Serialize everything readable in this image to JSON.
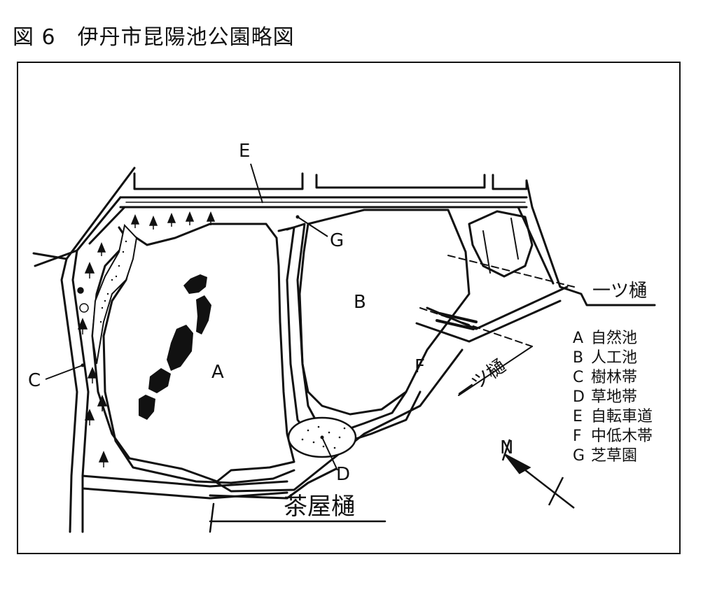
{
  "title": "図 6　伊丹市昆陽池公園略図",
  "labels": {
    "A": "A",
    "B": "B",
    "C": "C",
    "D": "D",
    "E": "E",
    "F": "F",
    "G": "G",
    "hitotsu_hi_1": "一ツ樋",
    "hitotsu_hi_2": "一ツ樋",
    "chaya_hi": "茶屋樋"
  },
  "legend": [
    {
      "key": "A",
      "text": "自然池"
    },
    {
      "key": "B",
      "text": "人工池"
    },
    {
      "key": "C",
      "text": "樹林帯"
    },
    {
      "key": "D",
      "text": "草地帯"
    },
    {
      "key": "E",
      "text": "自転車道"
    },
    {
      "key": "F",
      "text": "中低木帯"
    },
    {
      "key": "G",
      "text": "芝草園"
    }
  ],
  "north_mark": "N"
}
